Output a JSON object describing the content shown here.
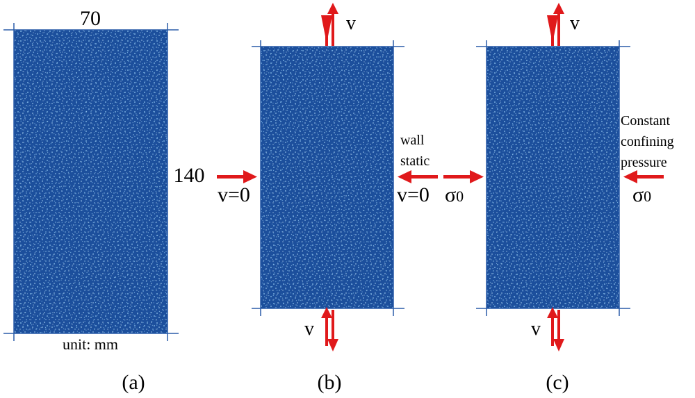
{
  "panel_a": {
    "width_label": "70",
    "height_label": "140",
    "unit_label": "unit: mm",
    "caption": "(a)"
  },
  "panel_b": {
    "top_v_label": "v",
    "bottom_v_label": "v",
    "left_label": "v=0",
    "right_note_line1": "wall",
    "right_note_line2": "static",
    "right_label": "v=0",
    "caption": "(b)"
  },
  "panel_c": {
    "top_v_label": "v",
    "bottom_v_label": "v",
    "left_label": "σ",
    "left_label_sub": "0",
    "right_note_line1": "Constant",
    "right_note_line2": "confining",
    "right_note_line3": "pressure",
    "right_label": "σ",
    "right_label_sub": "0",
    "caption": "(c)"
  },
  "colors": {
    "specimen_fill": "#1c4f9c",
    "specimen_speckle": "#8fc3ee",
    "wall_line": "#2a5ca8",
    "arrow_red": "#e0191b"
  }
}
